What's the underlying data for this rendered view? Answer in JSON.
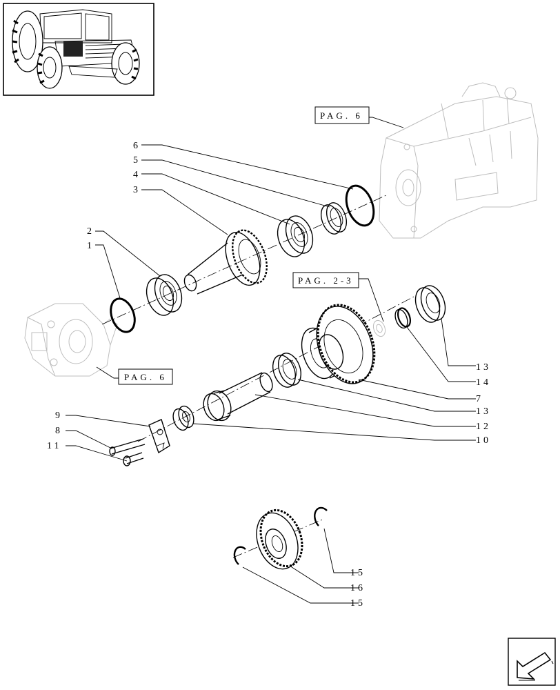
{
  "references": {
    "engine_page": "PAG. 6",
    "pump_page": "PAG. 6",
    "gear_page": "PAG. 2-3"
  },
  "callouts": {
    "c1": "1",
    "c2": "2",
    "c3": "3",
    "c4": "4",
    "c5": "5",
    "c6": "6",
    "c7": "7",
    "c8": "8",
    "c9": "9",
    "c10": "10",
    "c11": "11",
    "c12": "12",
    "c13a": "13",
    "c13b": "13",
    "c14": "14",
    "c15a": "15",
    "c15b": "15",
    "c16": "16"
  },
  "icons": {
    "thumbnail": "tractor-thumbnail-icon",
    "nav": "next-page-arrow-icon"
  }
}
